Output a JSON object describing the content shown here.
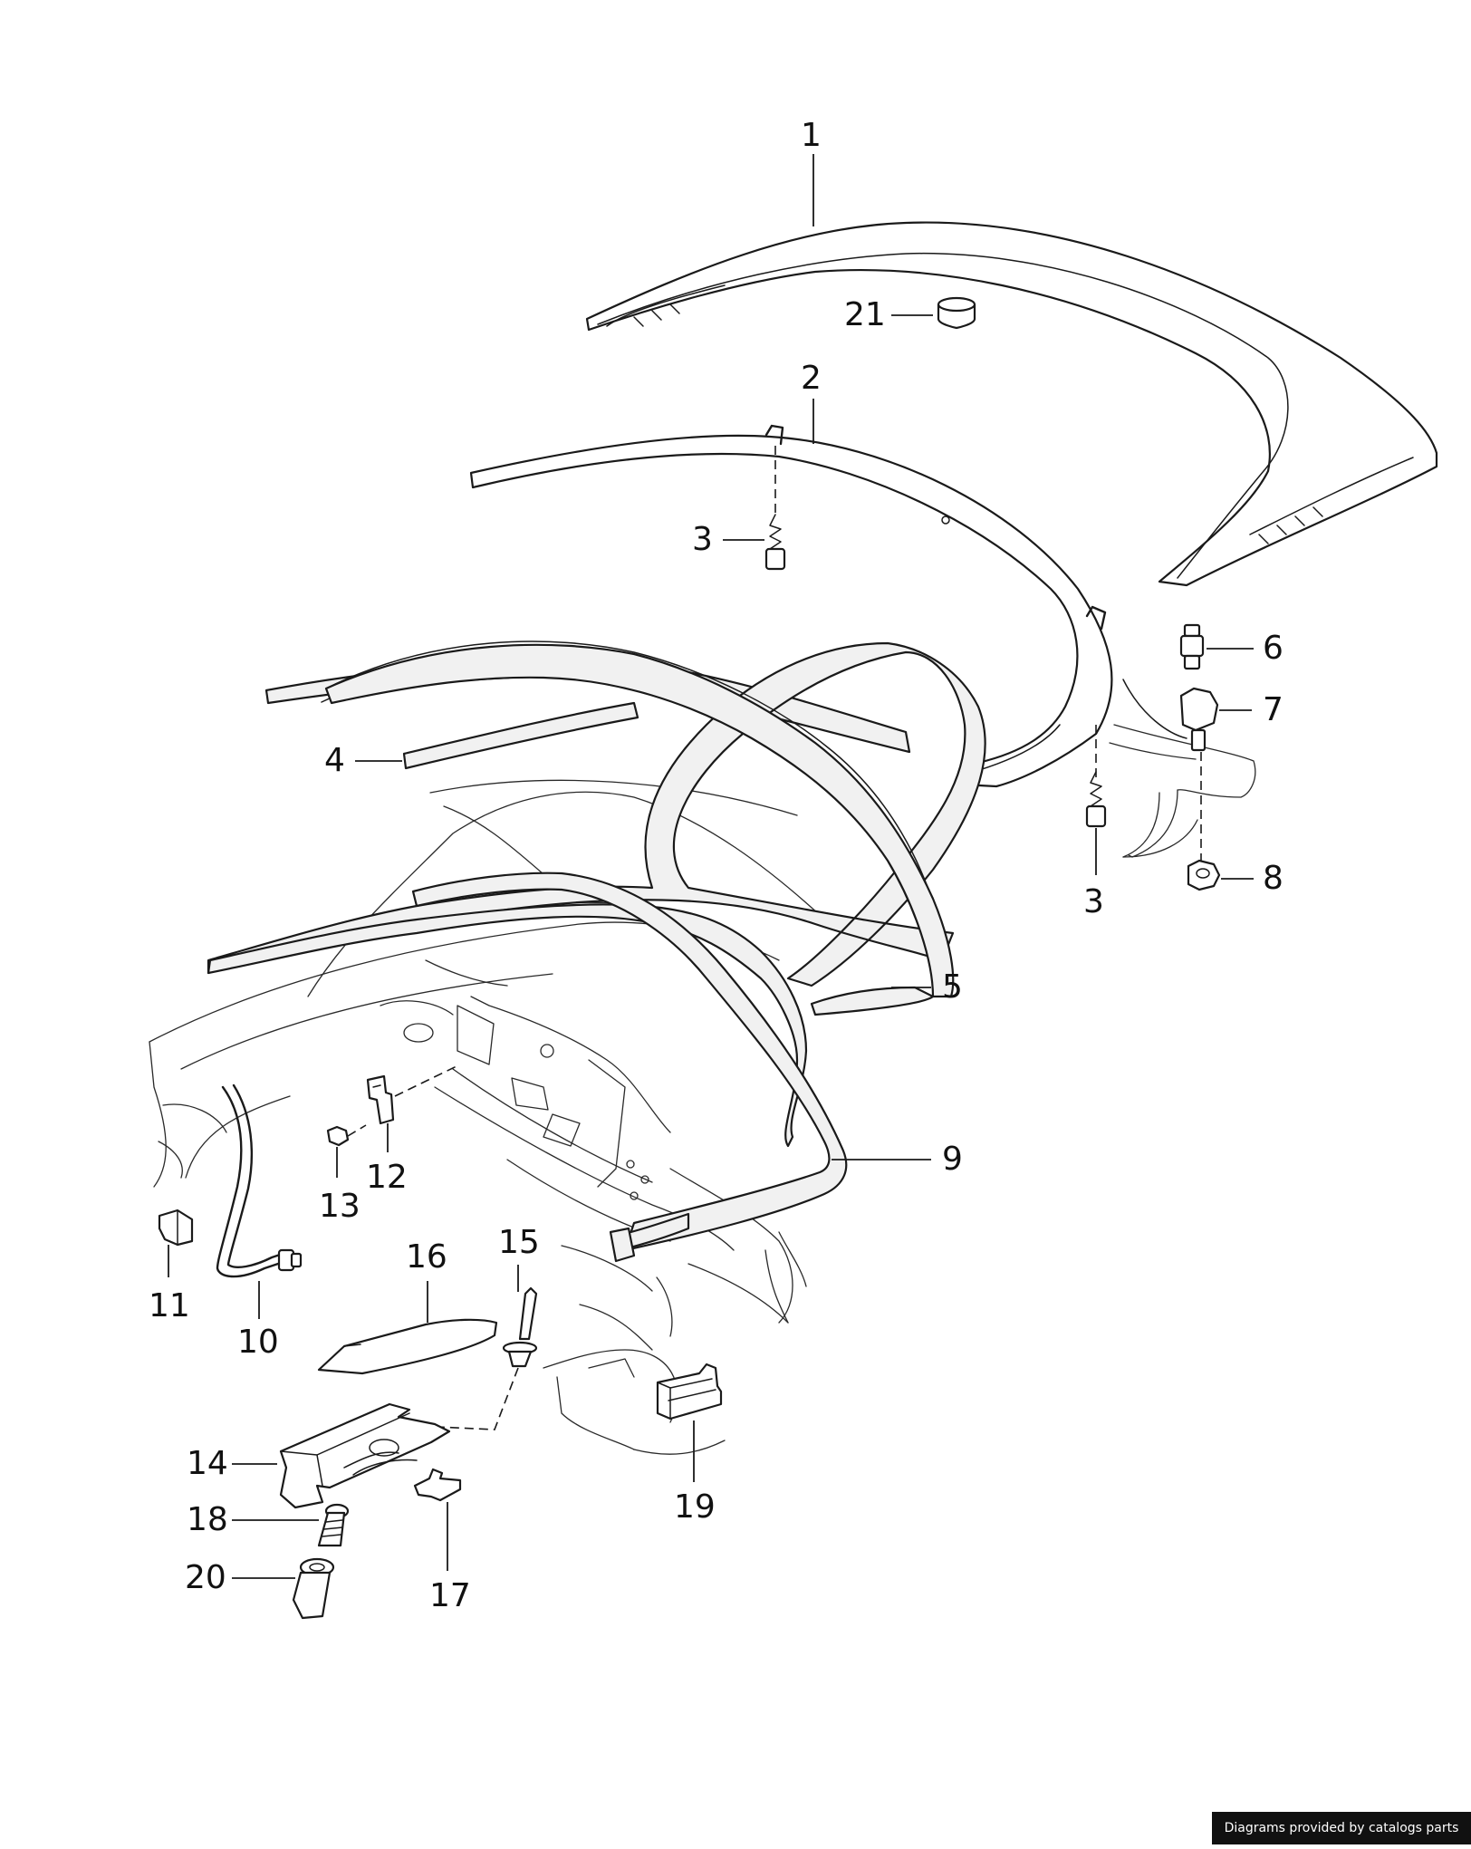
{
  "diagram": {
    "callouts": {
      "p1": "1",
      "p2": "2",
      "p3a": "3",
      "p3b": "3",
      "p4": "4",
      "p5": "5",
      "p6": "6",
      "p7": "7",
      "p8": "8",
      "p9": "9",
      "p10": "10",
      "p11": "11",
      "p12": "12",
      "p13": "13",
      "p14": "14",
      "p15": "15",
      "p16": "16",
      "p17": "17",
      "p18": "18",
      "p19": "19",
      "p20": "20",
      "p21": "21"
    }
  },
  "footer": {
    "credit": "Diagrams provided by catalogs parts"
  }
}
